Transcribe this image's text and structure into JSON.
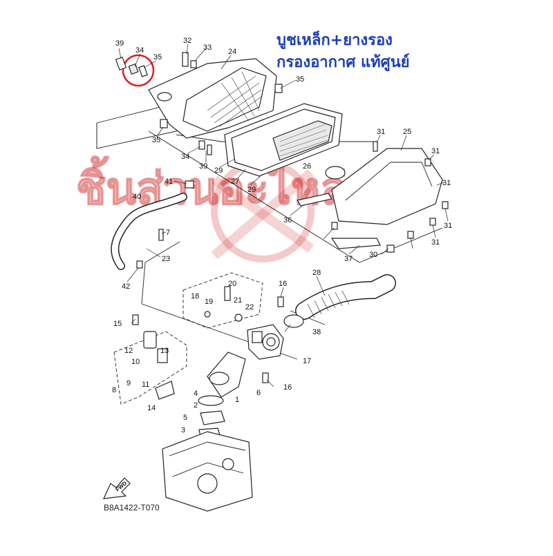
{
  "annotation": {
    "line1": "บูชเหล็ก+ยางรอง",
    "line2": "กรองอากาศ แท้ศูนย์",
    "color": "#1a3dbb",
    "highlight_color": "#e02020"
  },
  "watermark": {
    "text": "ชิ้นส่วนอะไหล่"
  },
  "diagram_code": "B8A1422-T070",
  "fwd_label": "FWD",
  "callouts": [
    "39",
    "34",
    "35",
    "32",
    "33",
    "24",
    "35",
    "35",
    "34",
    "39",
    "29",
    "27",
    "29",
    "26",
    "31",
    "25",
    "31",
    "31",
    "31",
    "31",
    "41",
    "40",
    "36",
    "37",
    "30",
    "7",
    "23",
    "42",
    "28",
    "16",
    "18",
    "19",
    "20",
    "21",
    "22",
    "15",
    "38",
    "12",
    "10",
    "13",
    "17",
    "9",
    "11",
    "8",
    "14",
    "6",
    "16",
    "4",
    "1",
    "2",
    "5",
    "3"
  ]
}
